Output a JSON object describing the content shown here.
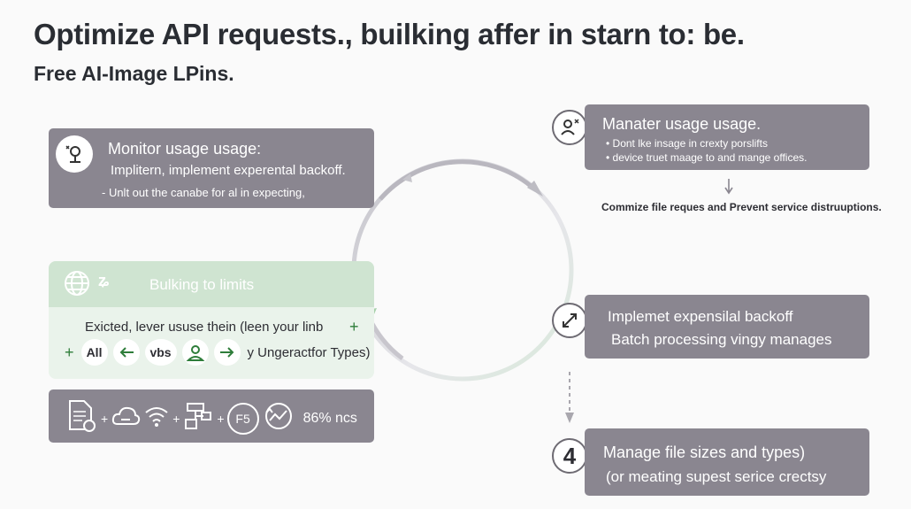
{
  "header": {
    "title": "Optimize API requests., builking affer in starn to: be.",
    "subtitle": "Free AI-Image LPins."
  },
  "monitor_card": {
    "heading": "Monitor usage usage:",
    "line1": "Implitern, implement experental backoff.",
    "line2": "- Unlt out the canabe for al in expecting,",
    "icon": "location-pin-icon"
  },
  "bulking_card": {
    "heading": "Bulking to limits",
    "line1": "Exicted, lever ususe thein (leen your linb",
    "chip_all": "All",
    "chip_vbs": "vbs",
    "types_text": "y Ungeractfor Types)",
    "plus": "+",
    "icons": [
      "globe-icon",
      "sleep-z-icon",
      "back-arrow-icon",
      "user-icon",
      "forward-arrow-icon"
    ]
  },
  "icons_card": {
    "plus": "+",
    "f5_label": "F5",
    "percent": "86% ncs",
    "icons": [
      "document-icon",
      "cloud-icon",
      "wifi-icon",
      "hierarchy-icon",
      "f5-icon",
      "refresh-chart-icon"
    ]
  },
  "manater_card": {
    "heading": "Manater usage usage.",
    "bullet1": "• Dont lke insage in crexty porslifts",
    "bullet2": "• device truet maage to and mange offices.",
    "icon": "user-cross-icon"
  },
  "note": "Commize file reques and Prevent service distruuptions.",
  "implement_card": {
    "heading": "Implemet expensilal backoff",
    "line1": "Batch processing vingy manages",
    "icon": "expand-arrows-icon"
  },
  "manage_card": {
    "number": "4",
    "heading": "Manage file sizes and types)",
    "line1": "(or meating supest serice crectsy"
  },
  "colors": {
    "card_bg": "#8a8690",
    "green_bg": "#eaf3eb",
    "green_head": "#cfe4d1",
    "accent_green": "#2e7d3a",
    "ring": "#d5d5dc"
  }
}
